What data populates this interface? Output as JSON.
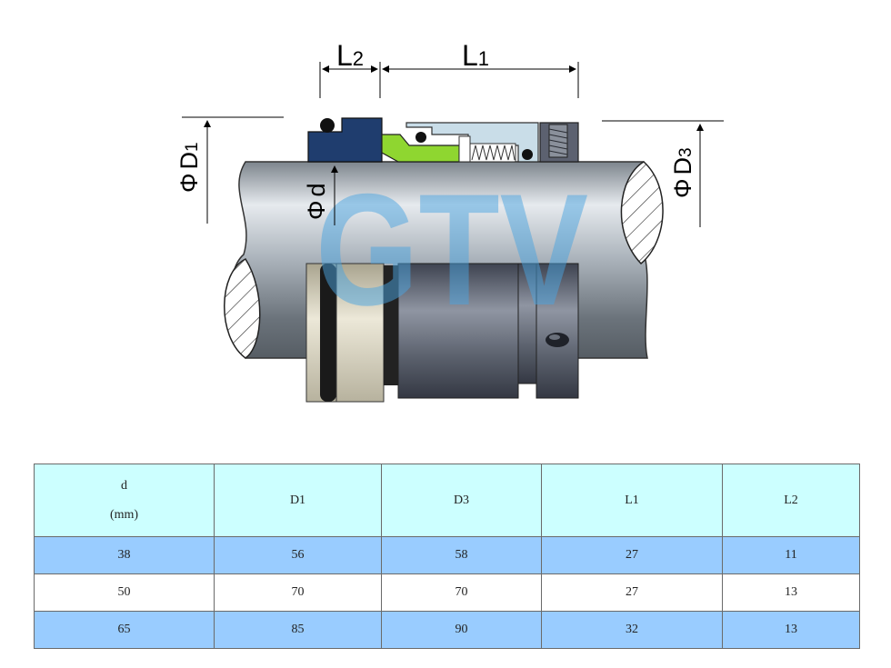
{
  "diagram": {
    "labels": {
      "l2": {
        "main": "L",
        "sub": "2"
      },
      "l1": {
        "main": "L",
        "sub": "1"
      },
      "d1": {
        "prefix": "Φ",
        "main": "D",
        "sub": "1"
      },
      "d3": {
        "prefix": "Φ",
        "main": "D",
        "sub": "3"
      },
      "d": {
        "prefix": "Φ",
        "main": "d"
      }
    },
    "watermark_text": "GTV",
    "colors": {
      "shaft": "#b4bcc4",
      "seal_body": "#5c6170",
      "seat": "#1f3d6e",
      "wedge": "#8fd630",
      "housing": "#c9dde8",
      "bellows_ring": "#d8d3c0",
      "watermark": "#4aa3e0"
    }
  },
  "table": {
    "headers": [
      {
        "line1": "d",
        "line2": "(mm)"
      },
      {
        "line1": "D1"
      },
      {
        "line1": "D3"
      },
      {
        "line1": "L1"
      },
      {
        "line1": "L2"
      }
    ],
    "rows": [
      [
        "38",
        "56",
        "58",
        "27",
        "11"
      ],
      [
        "50",
        "70",
        "70",
        "27",
        "13"
      ],
      [
        "65",
        "85",
        "90",
        "32",
        "13"
      ]
    ]
  }
}
